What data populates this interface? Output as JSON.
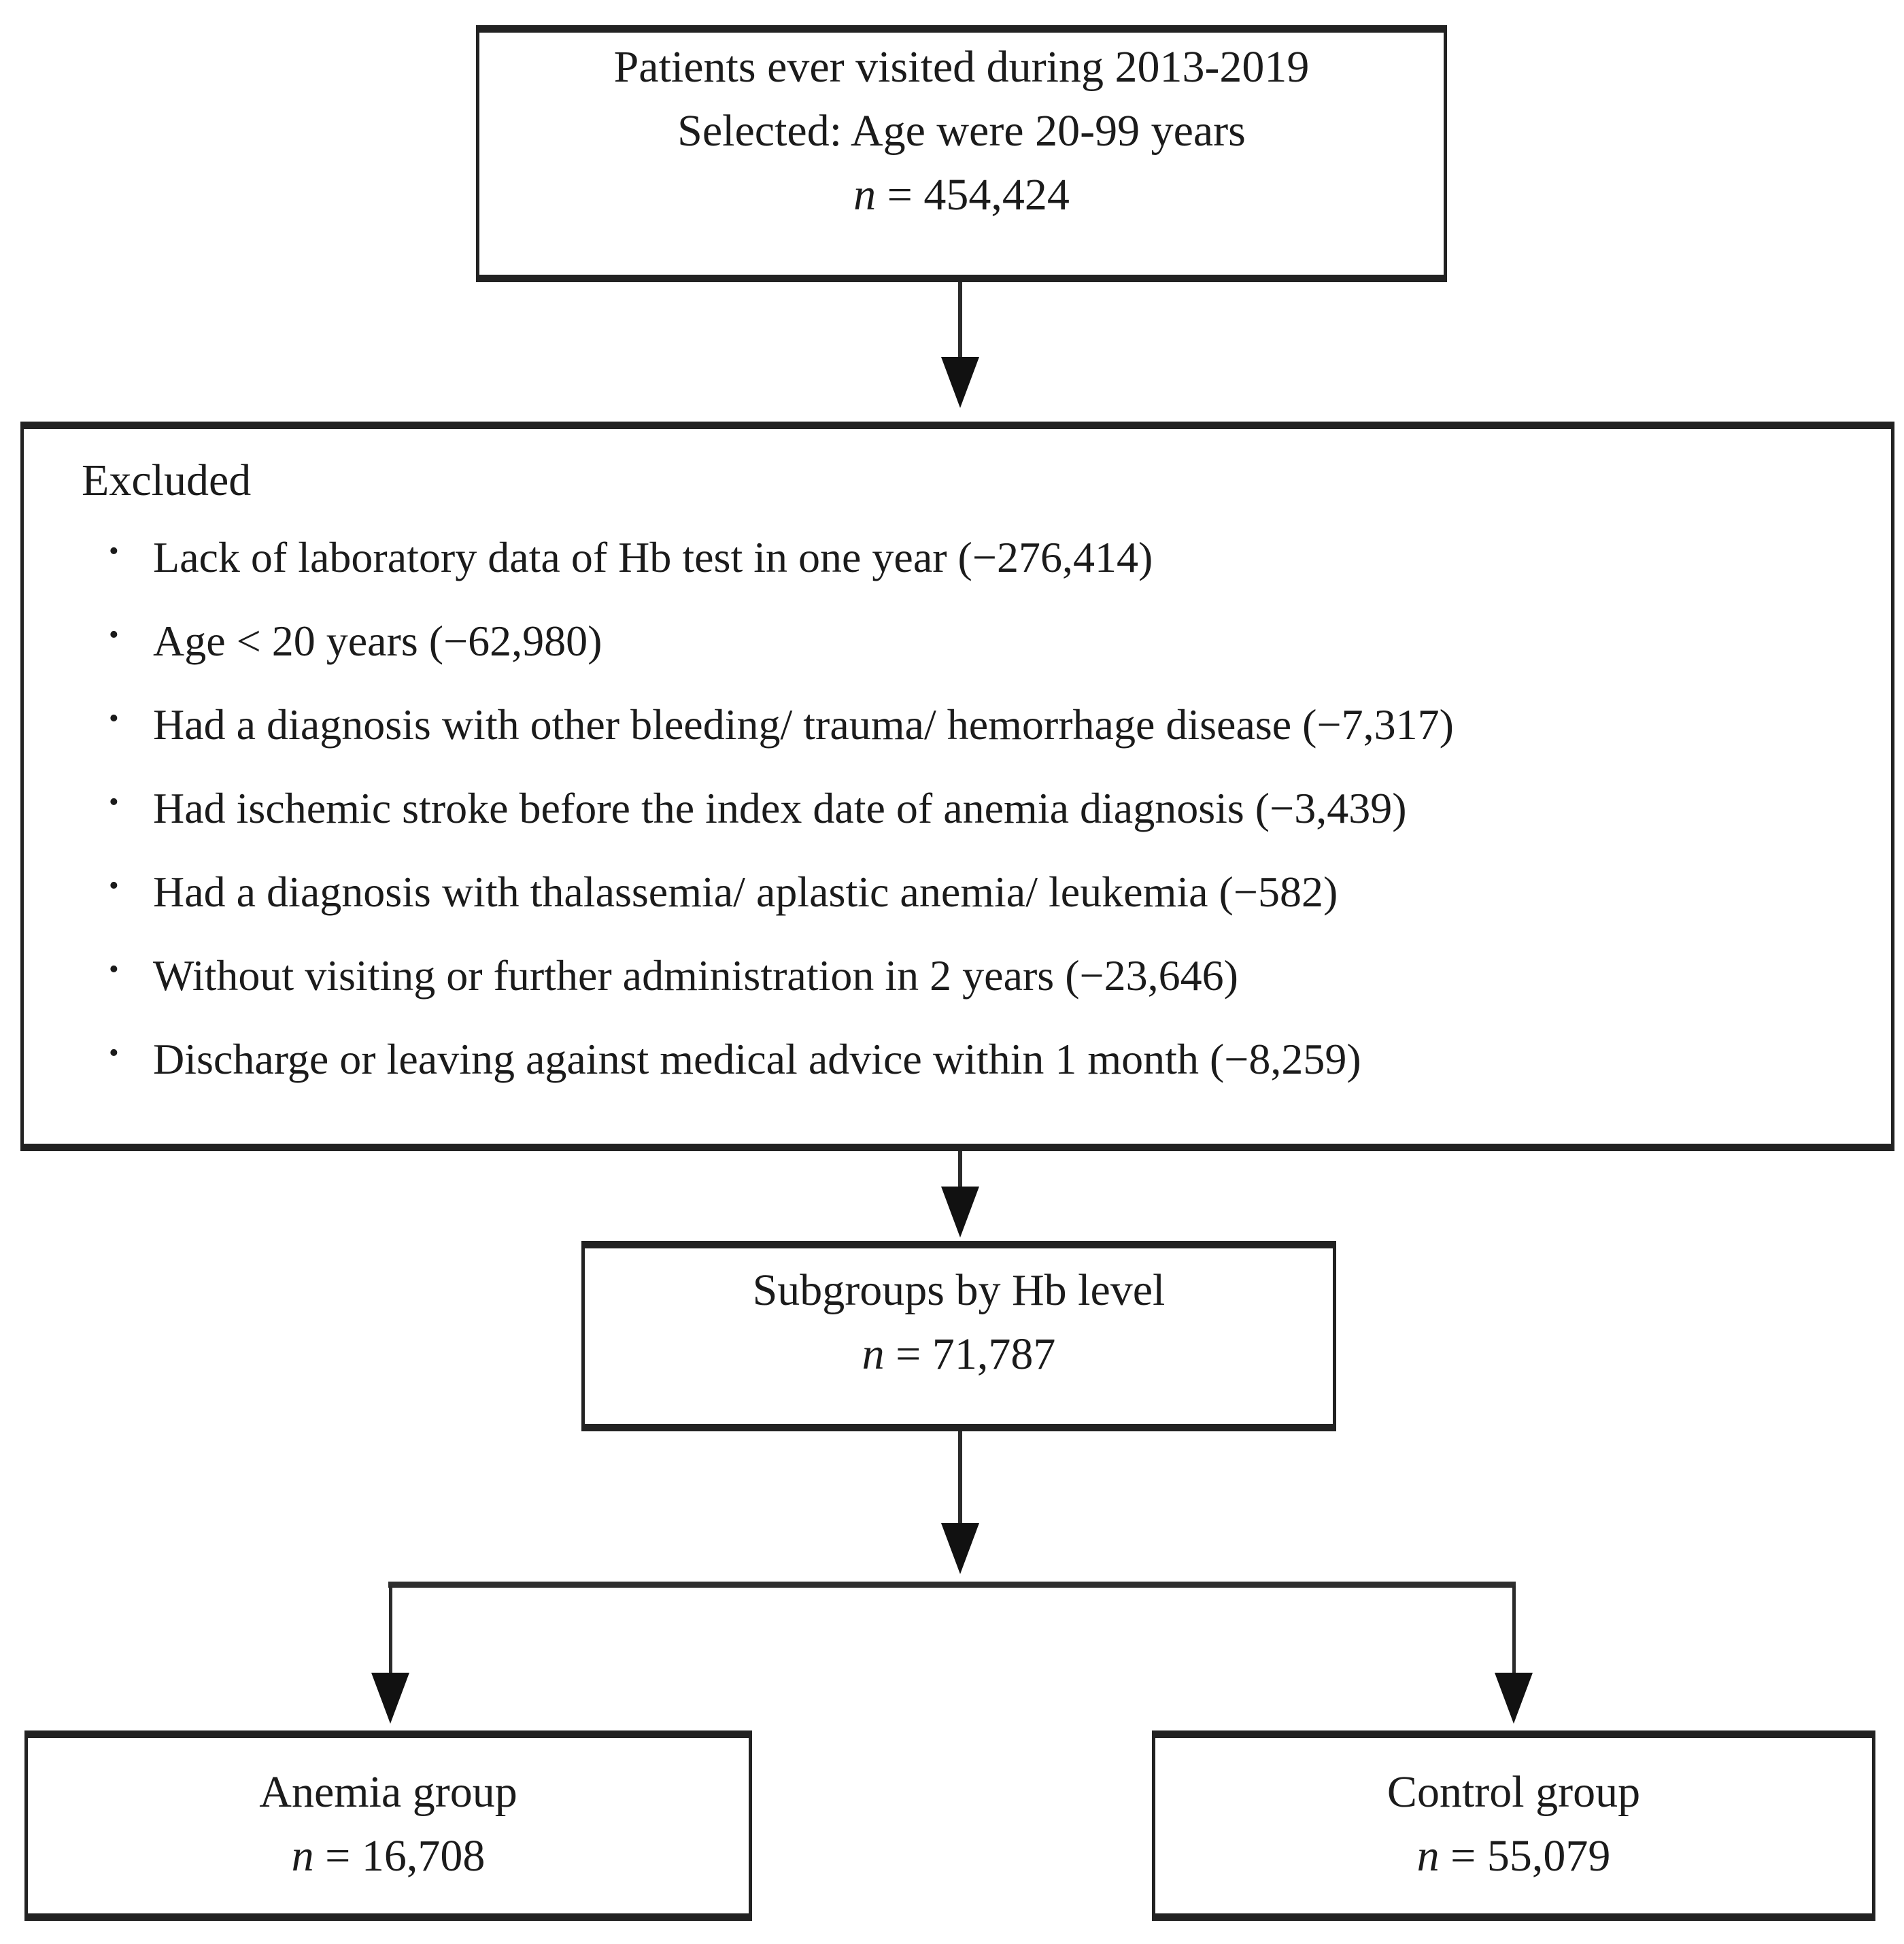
{
  "diagram": {
    "type": "patient-selection-flowchart",
    "colors": {
      "background": "#ffffff",
      "border": "#222222",
      "text": "#1b1b1b",
      "connector": "#2b2b2b"
    },
    "bullet_glyph": "•",
    "top_box": {
      "line1": "Patients ever visited during 2013-2019",
      "line2": "Selected: Age were 20-99 years",
      "n_prefix": "n",
      "n_value": " = 454,424"
    },
    "excluded_box": {
      "heading": "Excluded",
      "items": [
        "Lack of laboratory data of Hb test in one year (−276,414)",
        "Age < 20 years (−62,980)",
        "Had a diagnosis with other bleeding/ trauma/ hemorrhage disease (−7,317)",
        "Had ischemic stroke before the index date of anemia diagnosis (−3,439)",
        "Had a diagnosis with thalassemia/ aplastic anemia/ leukemia (−582)",
        "Without visiting or further administration in 2 years (−23,646)",
        "Discharge or leaving against medical advice within 1 month (−8,259)"
      ]
    },
    "subgroups_box": {
      "line1": "Subgroups by Hb level",
      "n_prefix": "n",
      "n_value": " = 71,787"
    },
    "anemia_box": {
      "line1": "Anemia group",
      "n_prefix": "n",
      "n_value": " = 16,708"
    },
    "control_box": {
      "line1": "Control group",
      "n_prefix": "n",
      "n_value": " = 55,079"
    }
  }
}
